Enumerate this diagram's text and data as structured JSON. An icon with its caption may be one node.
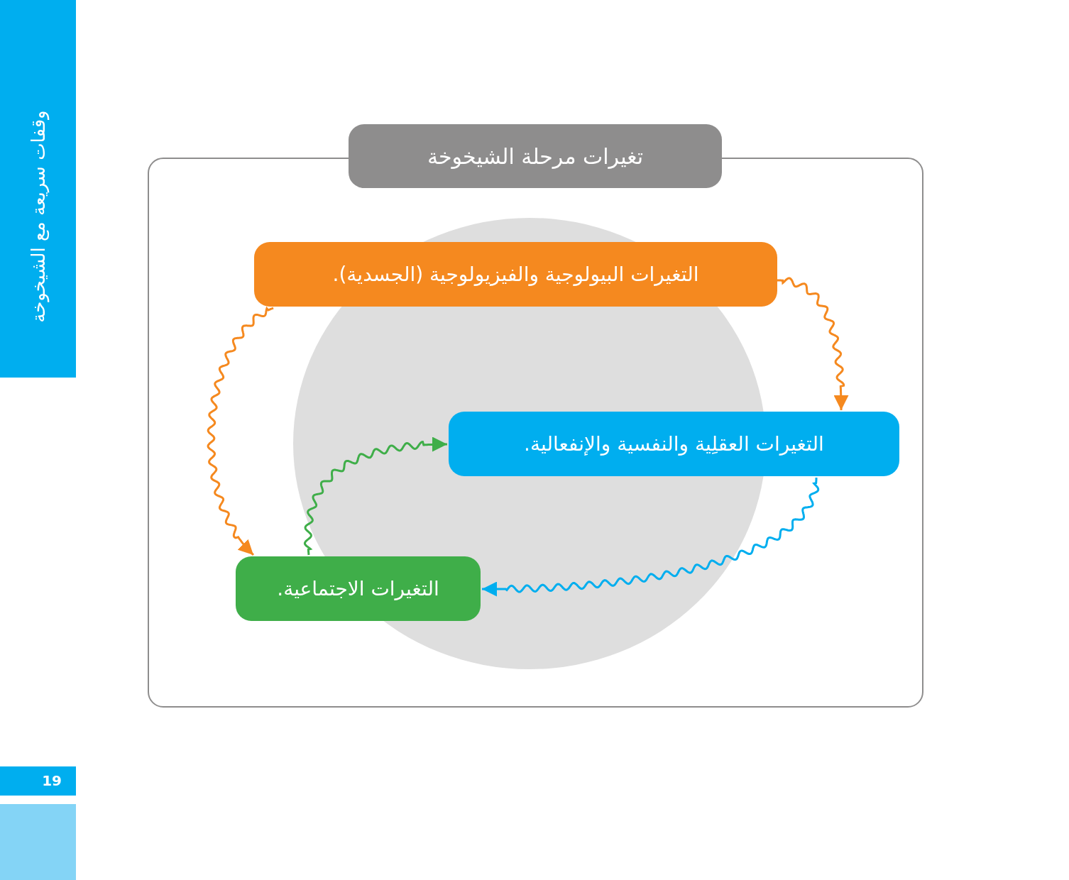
{
  "diagram": {
    "title": "تغيرات مرحلة الشيخوخة",
    "nodes": [
      {
        "text": [],
        "shape": "box"
      },
      {
        "text": [
          "التغيرات البيولوجية والفيزيولوجية (الجسدية)."
        ],
        "in": 0
      },
      {
        "text": [
          "التغيرات العقلِية والنفسية والإنفعالية."
        ],
        "in": 0
      },
      {
        "text": [
          "التغيرات الاجتماعية."
        ],
        "in": 0
      }
    ],
    "edges": [
      {
        "from": 1,
        "to": 2,
        "arrow": "to",
        "color": "#f5891f"
      },
      {
        "from": 2,
        "to": 3,
        "arrow": "to",
        "color": "#00aeef"
      },
      {
        "from": 3,
        "to": 2,
        "arrow": "to",
        "color": "#3fae49"
      },
      {
        "from": 1,
        "to": 3,
        "arrow": "to",
        "color": "#f5891f"
      }
    ],
    "labels": [
      "وقفات سريعة مع الشيخوخة",
      "19"
    ]
  }
}
